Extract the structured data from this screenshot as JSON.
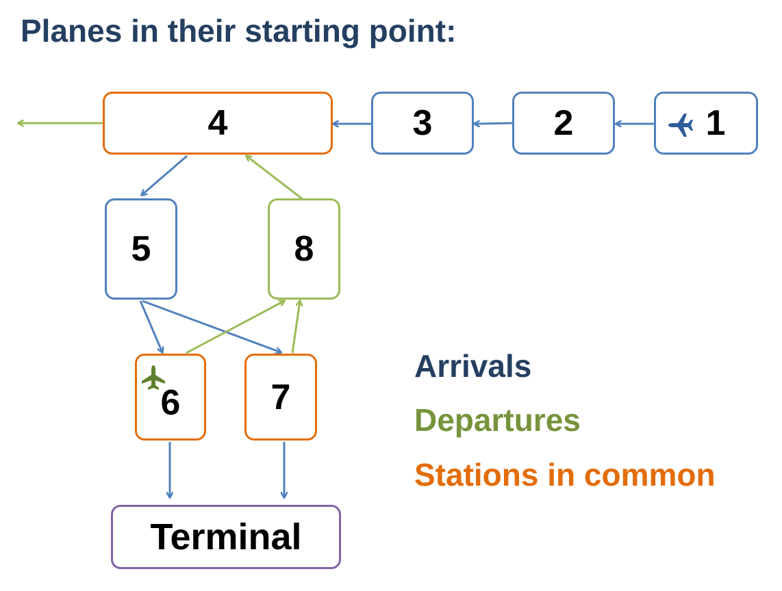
{
  "title": "Planes in their starting point:",
  "colors": {
    "arrival": "#4f81bd",
    "departure": "#9bbb59",
    "common": "#e36c09",
    "terminal": "#8064a2",
    "title": "#243f60"
  },
  "stations": {
    "s1": "1",
    "s2": "2",
    "s3": "3",
    "s4": "4",
    "s5": "5",
    "s6": "6",
    "s7": "7",
    "s8": "8",
    "terminal": "Terminal"
  },
  "planes": [
    {
      "at": "1",
      "color": "#2e5c9a",
      "icon": "airplane-icon"
    },
    {
      "at": "6",
      "color": "#5f7f2e",
      "icon": "airplane-icon"
    }
  ],
  "legend": {
    "arrivals": "Arrivals",
    "departures": "Departures",
    "common": "Stations in common"
  }
}
